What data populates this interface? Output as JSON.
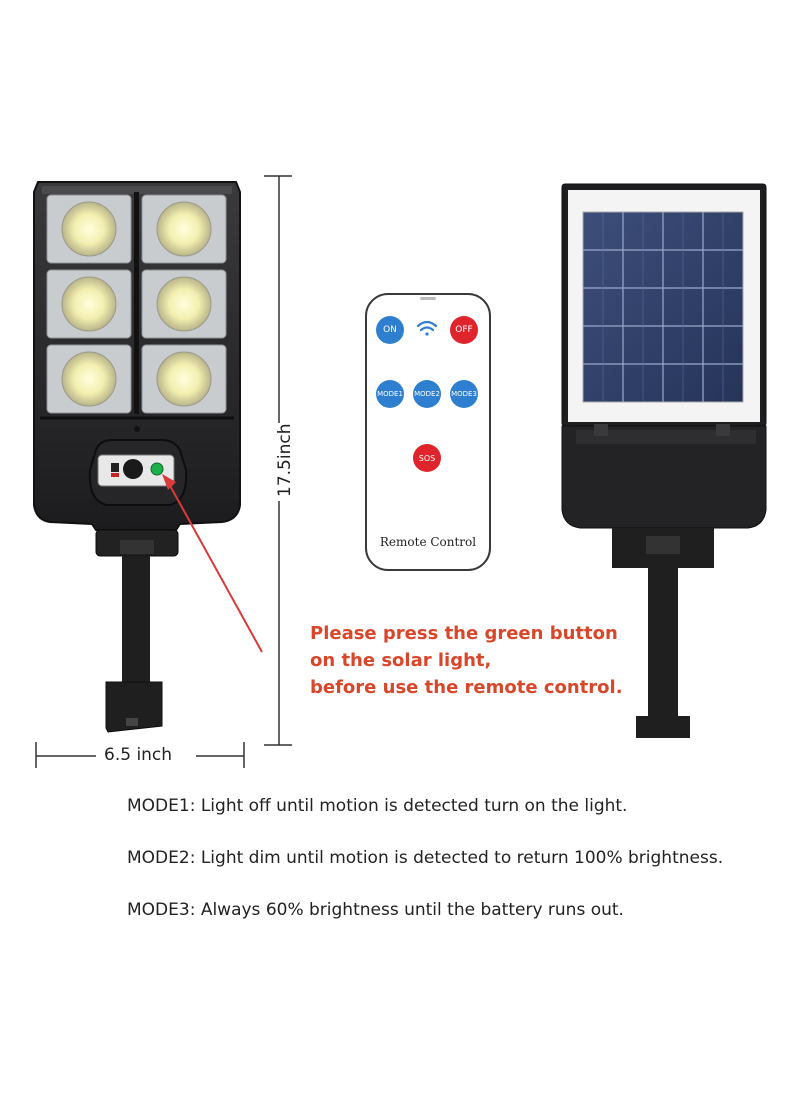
{
  "dimensions": {
    "height": "17.5inch",
    "width": "6.5 inch"
  },
  "remote": {
    "on_label": "ON",
    "off_label": "OFF",
    "mode1_label": "MODE1",
    "mode2_label": "MODE2",
    "mode3_label": "MODE3",
    "sos_label": "SOS",
    "title": "Remote Control"
  },
  "notice": {
    "lines": [
      "Please press the green button",
      "on the solar light,",
      "before use the remote control."
    ]
  },
  "modes": [
    "MODE1: Light off until motion is detected turn on the light.",
    "MODE2: Light dim until motion is detected to return 100% brightness.",
    "MODE3: Always 60% brightness until the battery runs out."
  ],
  "colors": {
    "notice": "#d9472a",
    "on_button": "#2f7fd0",
    "off_button": "#e0242c",
    "mode_button": "#2f7fd0",
    "sos_button": "#e0242c",
    "sensor_button": "#1db04a",
    "arrow": "#d93a3a"
  }
}
